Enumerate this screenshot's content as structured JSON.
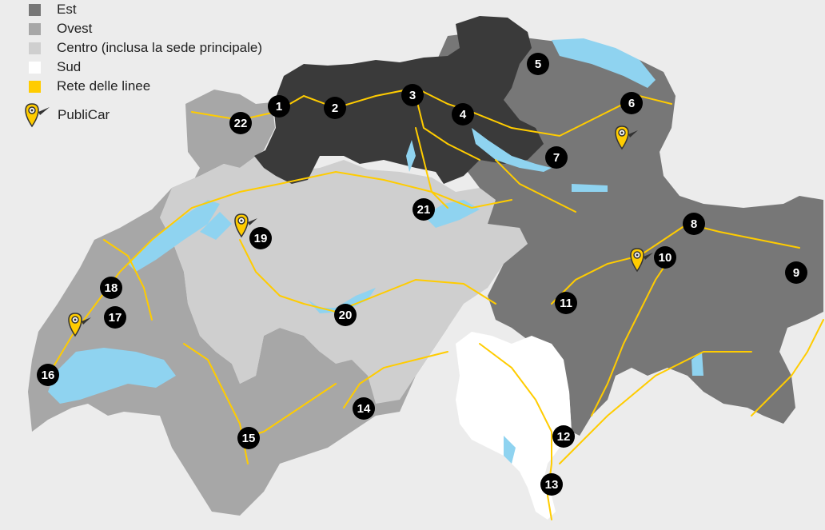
{
  "legend": {
    "items": [
      {
        "label": "Est",
        "color": "#777777"
      },
      {
        "label": "Ovest",
        "color": "#a7a7a7"
      },
      {
        "label": "Centro (inclusa la sede principale)",
        "color": "#cfcfcf"
      },
      {
        "label": "Sud",
        "color": "#ffffff"
      },
      {
        "label": "Rete delle linee",
        "color": "#ffcc00"
      }
    ],
    "publicar_label": "PubliCar",
    "publicar_icon": "publicar-pin-icon"
  },
  "colors": {
    "background": "#ececec",
    "region_est": "#777777",
    "region_est_dark": "#3a3a3a",
    "region_ovest": "#a7a7a7",
    "region_centro": "#cfcfcf",
    "region_sud": "#ffffff",
    "network": "#ffcc00",
    "lakes": "#8fd3f0"
  },
  "markers": [
    "1",
    "2",
    "3",
    "4",
    "5",
    "6",
    "7",
    "8",
    "9",
    "10",
    "11",
    "12",
    "13",
    "14",
    "15",
    "16",
    "17",
    "18",
    "19",
    "20",
    "21",
    "22"
  ]
}
